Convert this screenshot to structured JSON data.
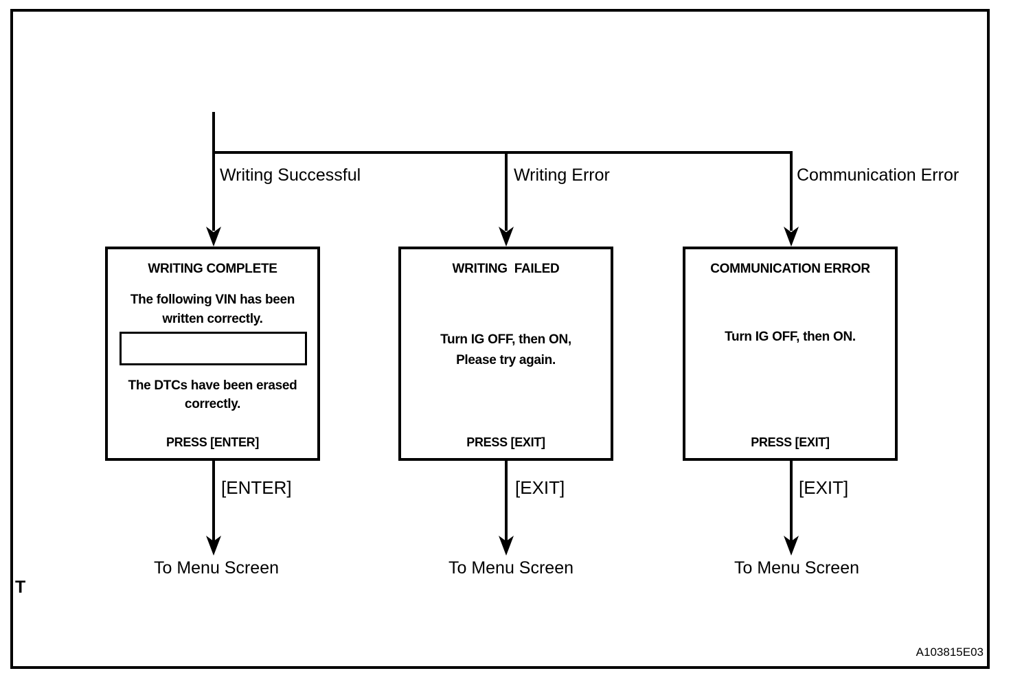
{
  "colors": {
    "line": "#000000",
    "background": "#ffffff"
  },
  "branches": [
    {
      "label": "Writing Successful"
    },
    {
      "label": "Writing Error"
    },
    {
      "label": "Communication Error"
    }
  ],
  "screens": [
    {
      "title": "WRITING COMPLETE",
      "body_top": "The following VIN has been\nwritten correctly.",
      "body_bottom": "The DTCs have been erased\ncorrectly.",
      "footer": "PRESS [ENTER]",
      "key": "[ENTER]",
      "destination": "To Menu Screen"
    },
    {
      "title": "WRITING  FAILED",
      "body": "Turn IG OFF, then ON,\nPlease try again.",
      "footer": "PRESS [EXIT]",
      "key": "[EXIT]",
      "destination": "To Menu Screen"
    },
    {
      "title": "COMMUNICATION ERROR",
      "body": "Turn IG OFF, then ON.",
      "footer": "PRESS [EXIT]",
      "key": "[EXIT]",
      "destination": "To Menu Screen"
    }
  ],
  "margin_letter": "T",
  "figure_code": "A103815E03"
}
